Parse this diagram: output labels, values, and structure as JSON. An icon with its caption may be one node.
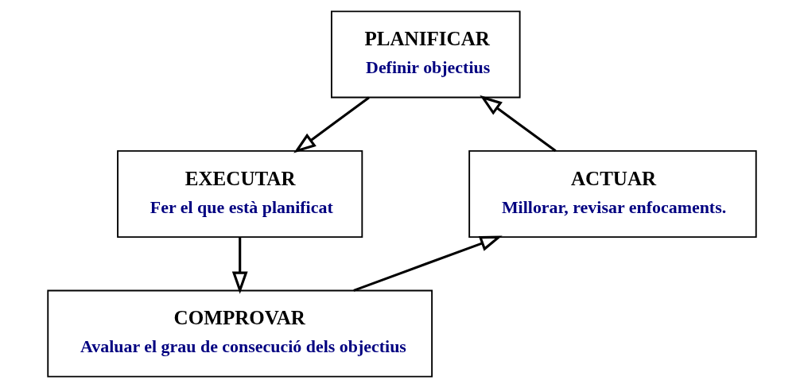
{
  "diagram": {
    "nodes": [
      {
        "text": [
          "PLANIFICAR",
          "Definir objectius"
        ]
      },
      {
        "text": [
          "EXECUTAR",
          "Fer el que està planificat"
        ]
      },
      {
        "text": [
          "ACTUAR",
          "Millorar, revisar enfocaments."
        ]
      },
      {
        "text": [
          "COMPROVAR",
          "Avaluar el grau de consecució dels objectius"
        ]
      }
    ],
    "edges": [
      {
        "from": 2,
        "to": 0,
        "arrow": "to"
      },
      {
        "from": 0,
        "to": 1,
        "arrow": "to"
      },
      {
        "from": 1,
        "to": 3,
        "arrow": "to"
      },
      {
        "from": 3,
        "to": 2,
        "arrow": "to"
      }
    ]
  }
}
